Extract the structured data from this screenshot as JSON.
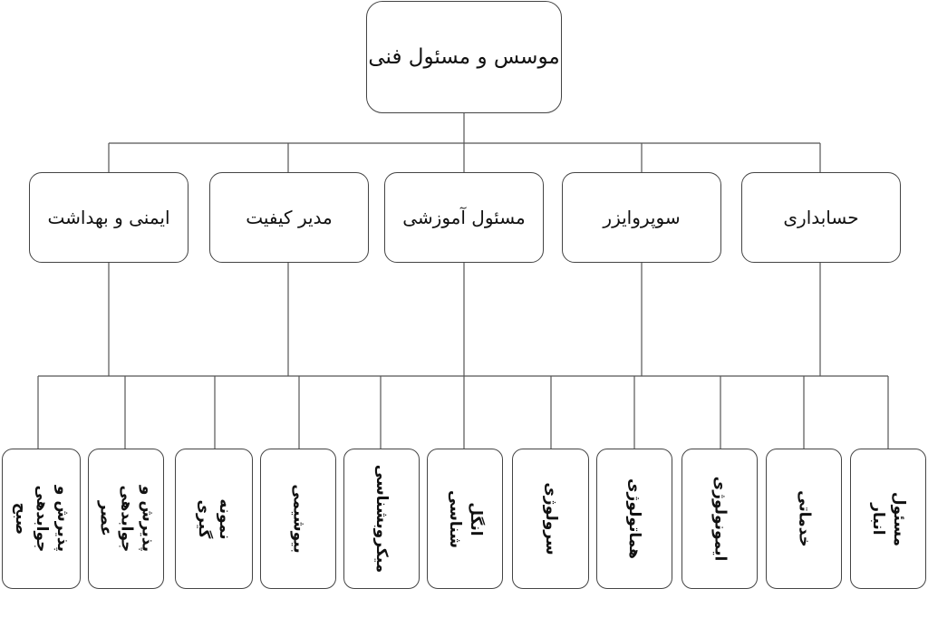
{
  "root": {
    "label": "موسس و مسئول فنی"
  },
  "mid": [
    {
      "label": "ایمنی و بهداشت"
    },
    {
      "label": "مدیر کیفیت"
    },
    {
      "label": "مسئول آموزشی"
    },
    {
      "label": "سوپروایزر"
    },
    {
      "label": "حسابداری"
    }
  ],
  "leaves": [
    {
      "label": "پذیرش و جوابدهی صبح"
    },
    {
      "label": "پذیرش و جوابدهی عصر"
    },
    {
      "label": "نمونه گیری"
    },
    {
      "label": "بیوشیمی"
    },
    {
      "label": "میکروبشناسی"
    },
    {
      "label": "انگل شناسی"
    },
    {
      "label": "سرولوژی"
    },
    {
      "label": "هماتولوژی"
    },
    {
      "label": "ایمونولوژی"
    },
    {
      "label": "خدماتی"
    },
    {
      "label": "مسئول انبار"
    }
  ]
}
